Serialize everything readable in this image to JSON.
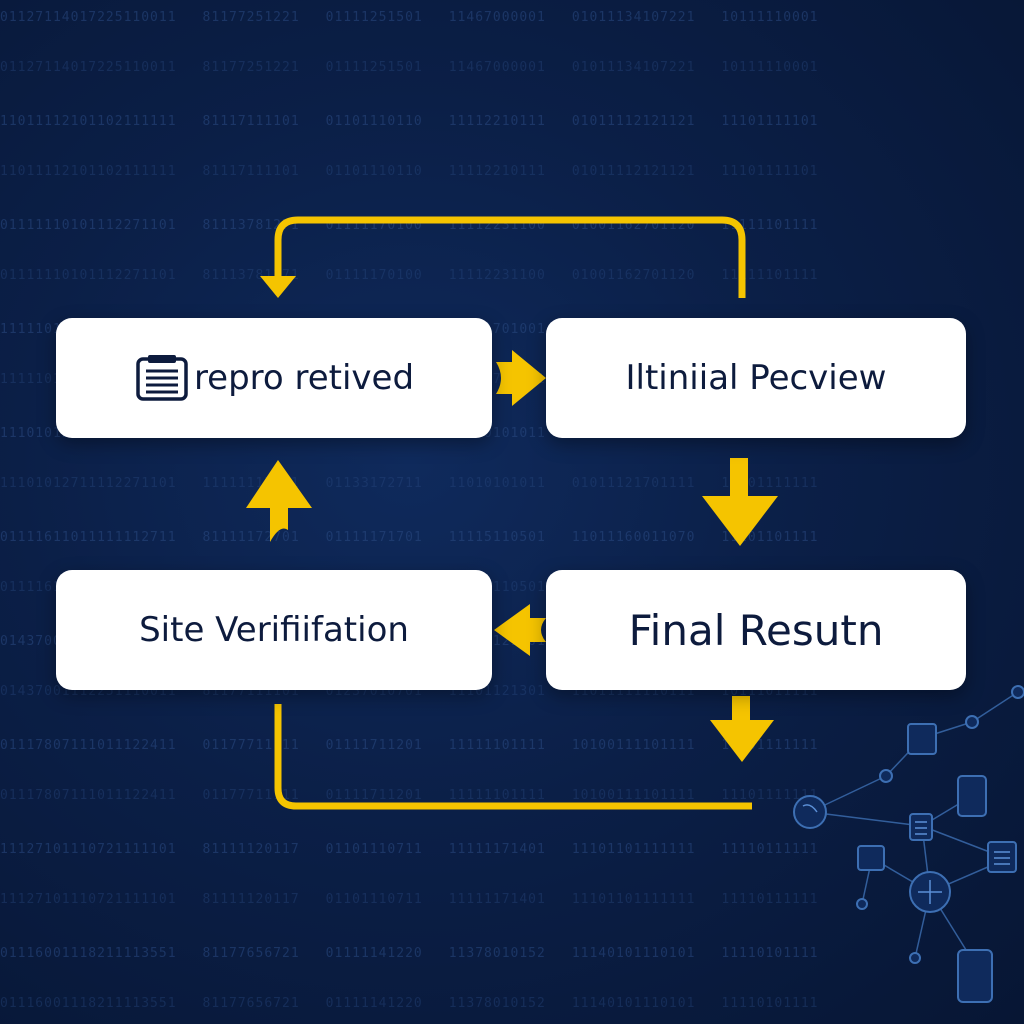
{
  "nodes": {
    "received": {
      "label": "repro retived",
      "icon": "document-icon"
    },
    "initial": {
      "label": "Iltiniial Pecview"
    },
    "verification": {
      "label": "Site Verifiifation"
    },
    "final": {
      "label": "Final Resutn"
    }
  },
  "background_digits": [
    "01127114017225110011 81177251221 01111251501 11467000001 01011134107221 10111110001",
    "11011112101102111111 81117111101 01101110110 11112210111 01011112121121 11101111101",
    "01111110101112271101 81113781271 01111170100 11112231100 01001162701120 11111101111",
    "11111011110022101101 81110110111 01110010110 01101701001 11011200511111 11011011111",
    "11101012711112271101 11111117201 01133172711 11010101011 01011121701111 11101111111",
    "01111611011111112711 81111172701 01111171701 11115110501 11011160011070 11101101111",
    "01437001112251110011 81177111101 01237010701 11101121301 11011111110111 10111011111",
    "01117807111011122411 01177711111 01111711201 11111101111 10100111101111 11101111111",
    "11127101110721111101 81111120117 01101110711 11111171401 11101101111111 11110111111",
    "01116001118211113551 81177656721 01111141220 11378010152 11140101110101 11110101111"
  ],
  "colors": {
    "background": "#0b1f47",
    "arrow": "#f5c400",
    "node_fill": "#ffffff",
    "node_text": "#0d1b3d",
    "network": "#3d6fb3"
  }
}
